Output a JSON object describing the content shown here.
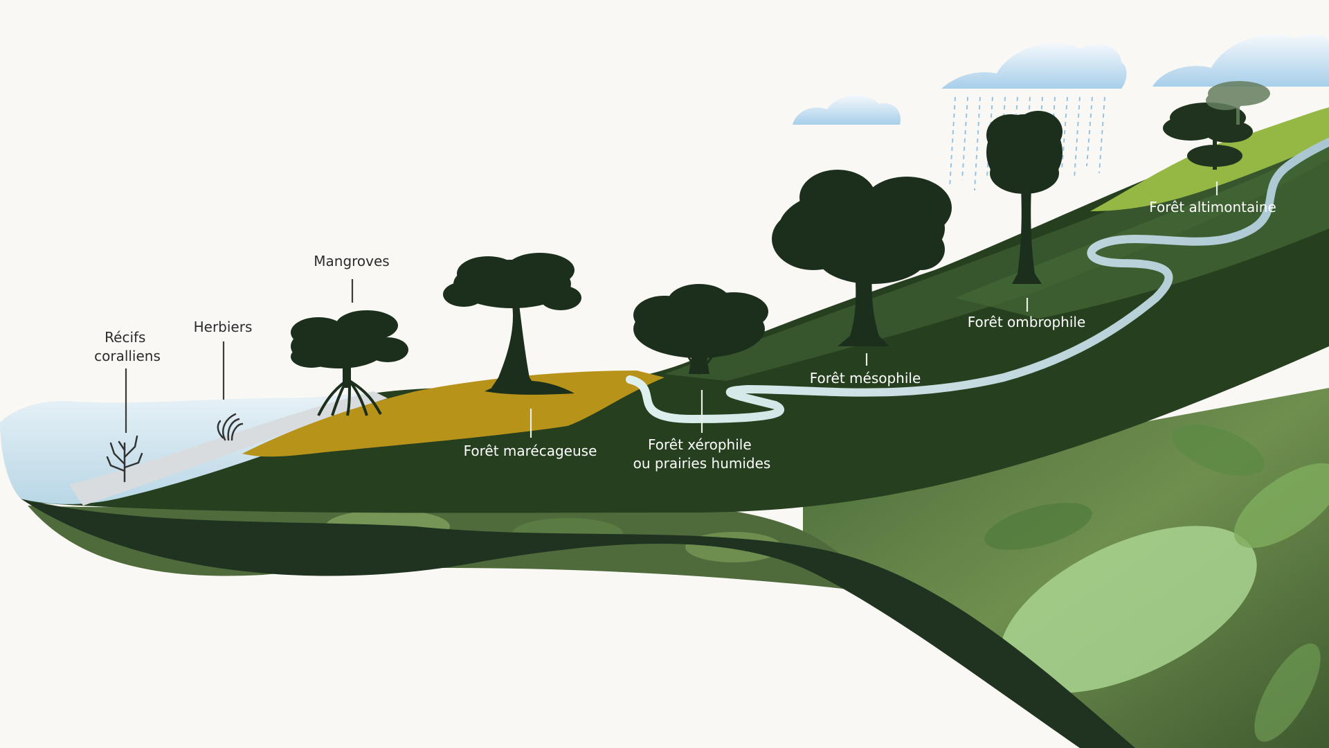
{
  "labels": {
    "recifs_line1": "Récifs",
    "recifs_line2": "coralliens",
    "herbiers": "Herbiers",
    "mangroves": "Mangroves",
    "marecageuse": "Forêt marécageuse",
    "xerophile_line1": "Forêt xérophile",
    "xerophile_line2": "ou prairies humides",
    "mesophile": "Forêt mésophile",
    "ombrophile": "Forêt ombrophile",
    "altimontaine": "Forêt altimontaine"
  },
  "colors": {
    "background": "#faf8f4",
    "forest_dark": "#23391f",
    "forest_mid": "#2f4c27",
    "forest_hill": "#3e5b34",
    "swamp_gold": "#b79217",
    "sea": "#cde3ee",
    "river": "#b9d6da",
    "altimontane": "#8fb23e"
  }
}
